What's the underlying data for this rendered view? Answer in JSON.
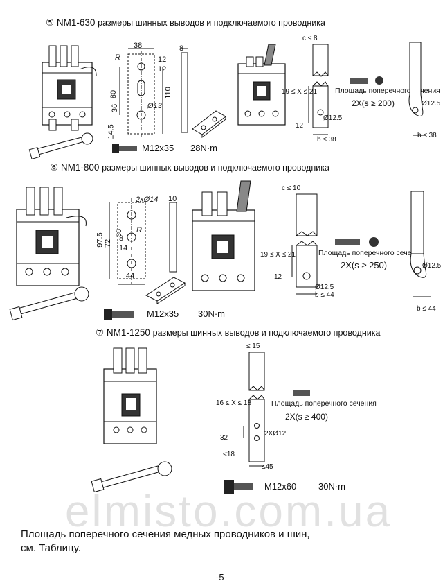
{
  "sections": [
    {
      "num": "⑤",
      "model": "NM1-630",
      "desc": "размеры шинных выводов и подключаемого проводника",
      "dims": {
        "top": "38",
        "r": "R",
        "d12a": "12",
        "d12b": "12",
        "d80": "80",
        "d36": "36",
        "d110": "110",
        "d145": "14.5",
        "hole": "Ø13",
        "thick": "8"
      },
      "bolt": "M12x35",
      "torque": "28N·m",
      "conductor": {
        "c": "c ≤ 8",
        "x": "19 ≤ X ≤ 21",
        "d12": "12",
        "hole": "Ø12.5",
        "b": "b ≤ 38"
      },
      "area": "Площадь поперечного сечения",
      "area_value": "2X(s ≥ 200)",
      "lug_hole": "Ø12.5"
    },
    {
      "num": "⑥",
      "model": "NM1-800",
      "desc": "размеры шинных выводов и подключаемого проводника",
      "dims": {
        "holes": "2xØ14",
        "d10": "10",
        "d975": "97.5",
        "d72": "72",
        "d36": "36",
        "d14": "14",
        "r": "R",
        "d8": "8",
        "d44": "44"
      },
      "bolt": "M12x35",
      "torque": "30N·m",
      "conductor": {
        "c": "c ≤ 10",
        "x": "19 ≤ X ≤ 21",
        "d12": "12",
        "hole": "Ø12.5",
        "b": "b ≤ 44"
      },
      "area": "Площадь поперечного сечения",
      "area_value": "2X(s ≥ 250)",
      "lug_hole": "Ø12.5",
      "lug_b": "b ≤ 44"
    },
    {
      "num": "⑦",
      "model": "NM1-1250",
      "desc": "размеры шинных выводов и подключаемого проводника",
      "bolt": "M12x60",
      "torque": "30N·m",
      "conductor": {
        "c": "≤ 15",
        "x": "16 ≤ X ≤ 18",
        "d32": "32",
        "holes": "2XØ12",
        "d18": "<18",
        "b": "≤45"
      },
      "area": "Площадь поперечного сечения",
      "area_value": "2X(s ≥ 400)"
    }
  ],
  "watermark": "elmisto.com.ua",
  "footer_line1": "Площадь поперечного сечения медных проводников и шин,",
  "footer_line2": "см. Таблицу.",
  "page_number": "-5-"
}
